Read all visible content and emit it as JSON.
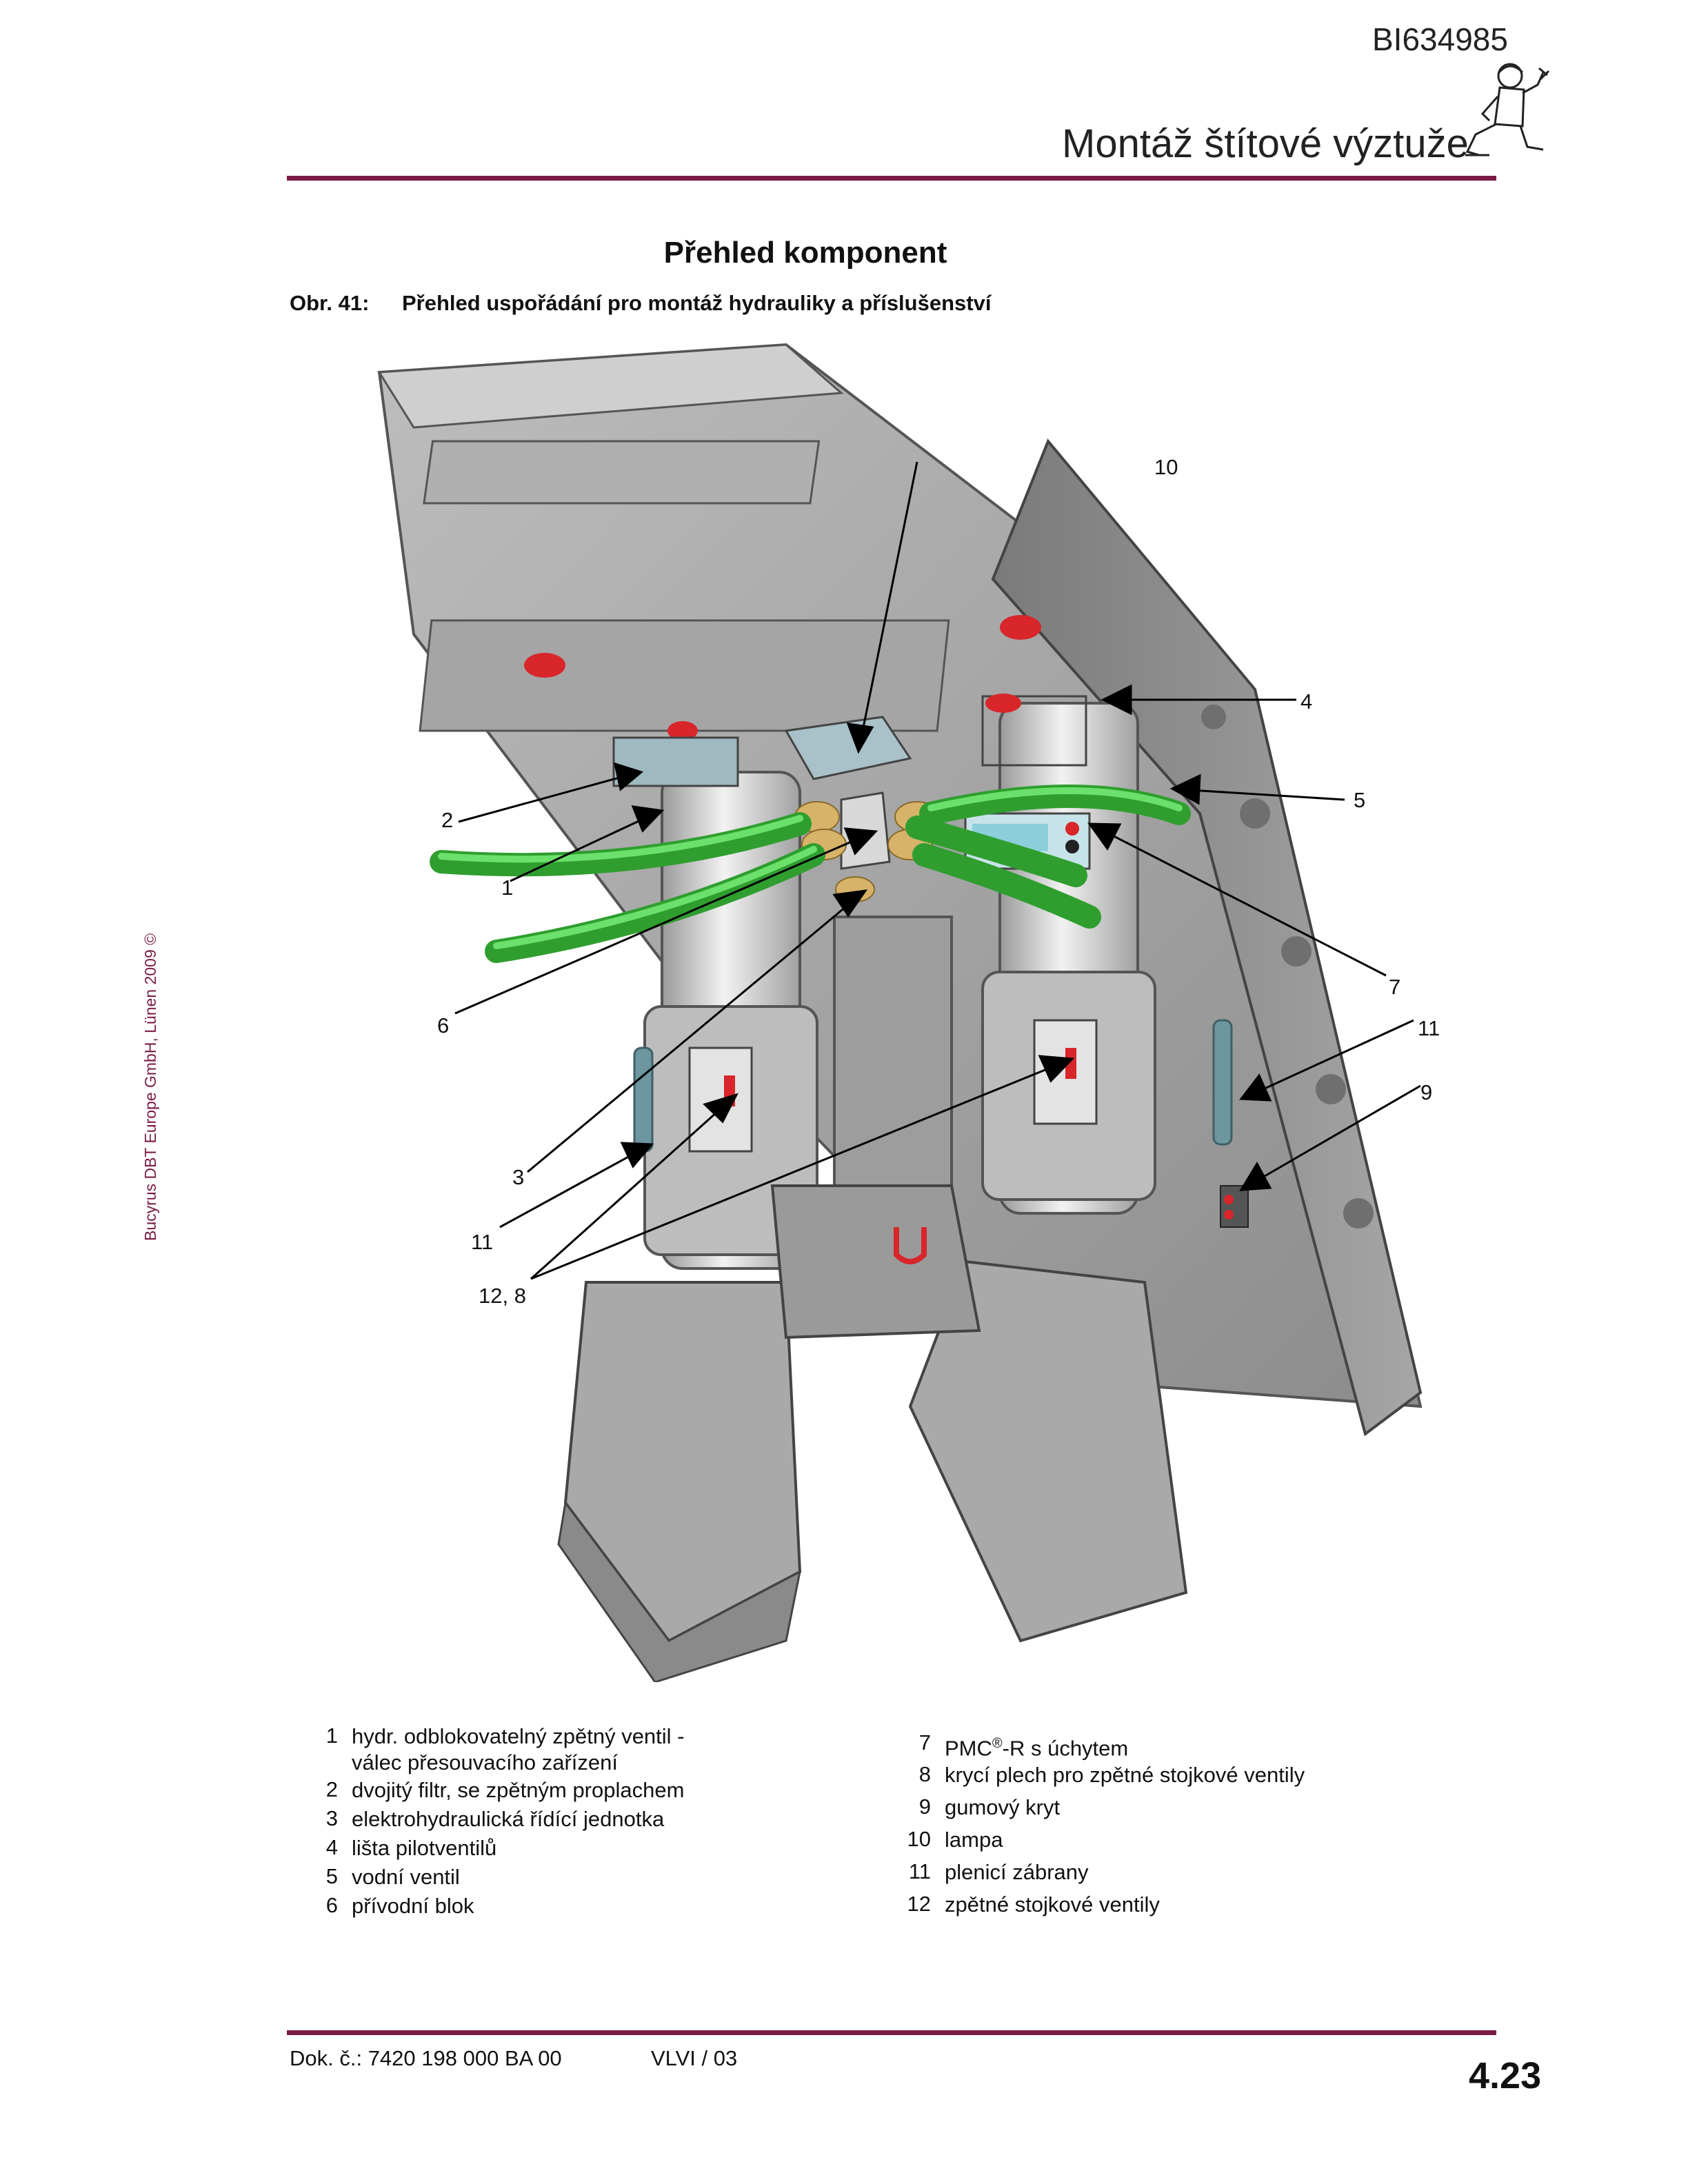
{
  "header": {
    "doc_id": "BI634985",
    "title": "Montáž štítové výztuže",
    "icon": "worker-with-wrench-icon"
  },
  "section_title": "Přehled komponent",
  "figure": {
    "label": "Obr. 41:",
    "caption": "Přehled uspořádání pro montáž hydrauliky a příslušenství",
    "callouts": [
      "10",
      "4",
      "5",
      "2",
      "1",
      "7",
      "6",
      "11",
      "9",
      "3",
      "11",
      "12, 8"
    ]
  },
  "copyright": "Bucyrus DBT Europe GmbH, Lünen 2009 ©",
  "legend_left": [
    {
      "num": "1",
      "text": "hydr. odblokovatelný zpětný ventil -\nválec přesouvacího zařízení"
    },
    {
      "num": "2",
      "text": "dvojitý filtr, se zpětným proplachem"
    },
    {
      "num": "3",
      "text": "elektrohydraulická řídící jednotka"
    },
    {
      "num": "4",
      "text": "lišta pilotventilů"
    },
    {
      "num": "5",
      "text": "vodní ventil"
    },
    {
      "num": "6",
      "text": "přívodní blok"
    }
  ],
  "legend_right": [
    {
      "num": "7",
      "text_pre": "PMC",
      "sup": "®",
      "text_post": "-R s úchytem"
    },
    {
      "num": "8",
      "text": "krycí plech pro zpětné stojkové ventily"
    },
    {
      "num": "9",
      "text": "gumový kryt"
    },
    {
      "num": "10",
      "text": "lampa"
    },
    {
      "num": "11",
      "text": "plenicí zábrany"
    },
    {
      "num": "12",
      "text": "zpětné stojkové ventily"
    }
  ],
  "footer": {
    "doc_number": "Dok. č.: 7420 198 000 BA 00",
    "version": "VLVI / 03",
    "page": "4.23"
  },
  "colors": {
    "accent_rule": "#7a1b45",
    "machine_gray": "#a8a8a8",
    "hose_green": "#3ec53e",
    "marker_red": "#d8262a"
  }
}
